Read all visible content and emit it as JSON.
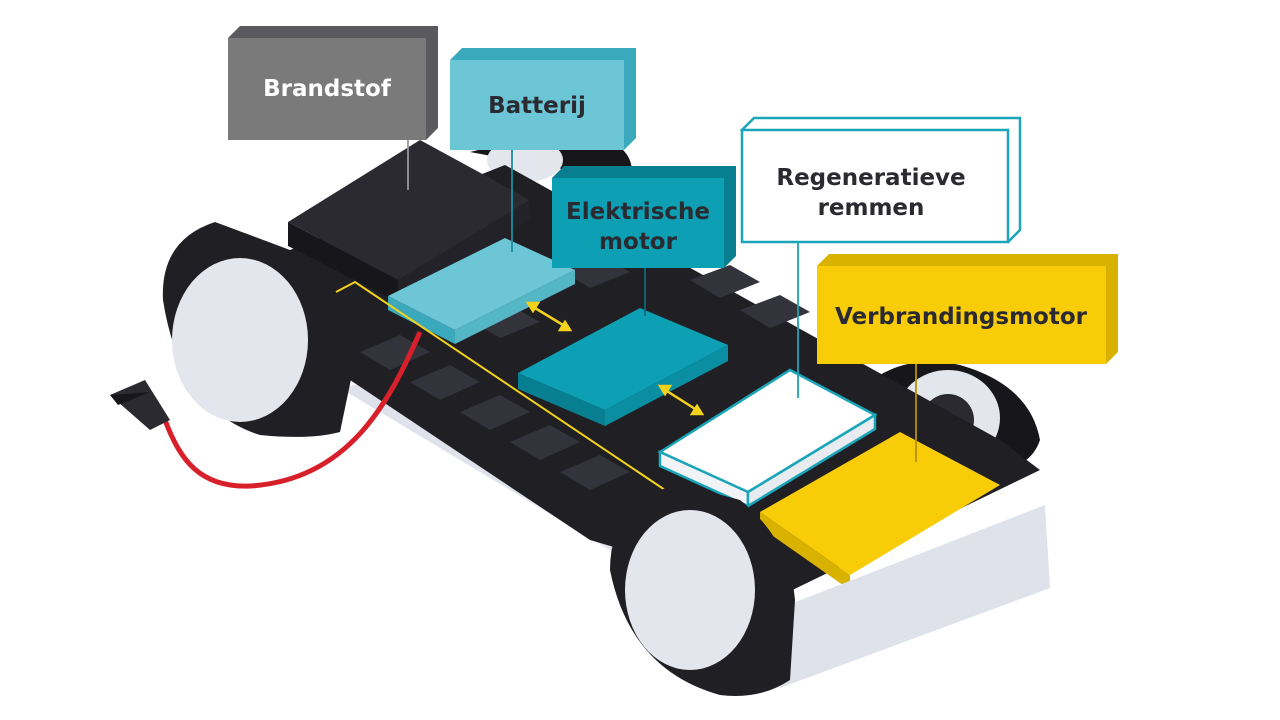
{
  "labels": {
    "brandstof": "Brandstof",
    "batterij": "Batterij",
    "elektrische_motor_line1": "Elektrische",
    "elektrische_motor_line2": "motor",
    "regeneratieve_remmen_line1": "Regeneratieve",
    "regeneratieve_remmen_line2": "remmen",
    "verbrandingsmotor": "Verbrandingsmotor"
  },
  "colors": {
    "fuel": "#7a7a7a",
    "battery": "#6cc6d6",
    "electric_motor": "#0d9fb4",
    "regen_brakes": "#ffffff",
    "combustion_engine": "#f8cc07",
    "charging_cable": "#d8202a",
    "energy_flow": "#f4d21c",
    "chassis": "#1f1f24"
  }
}
